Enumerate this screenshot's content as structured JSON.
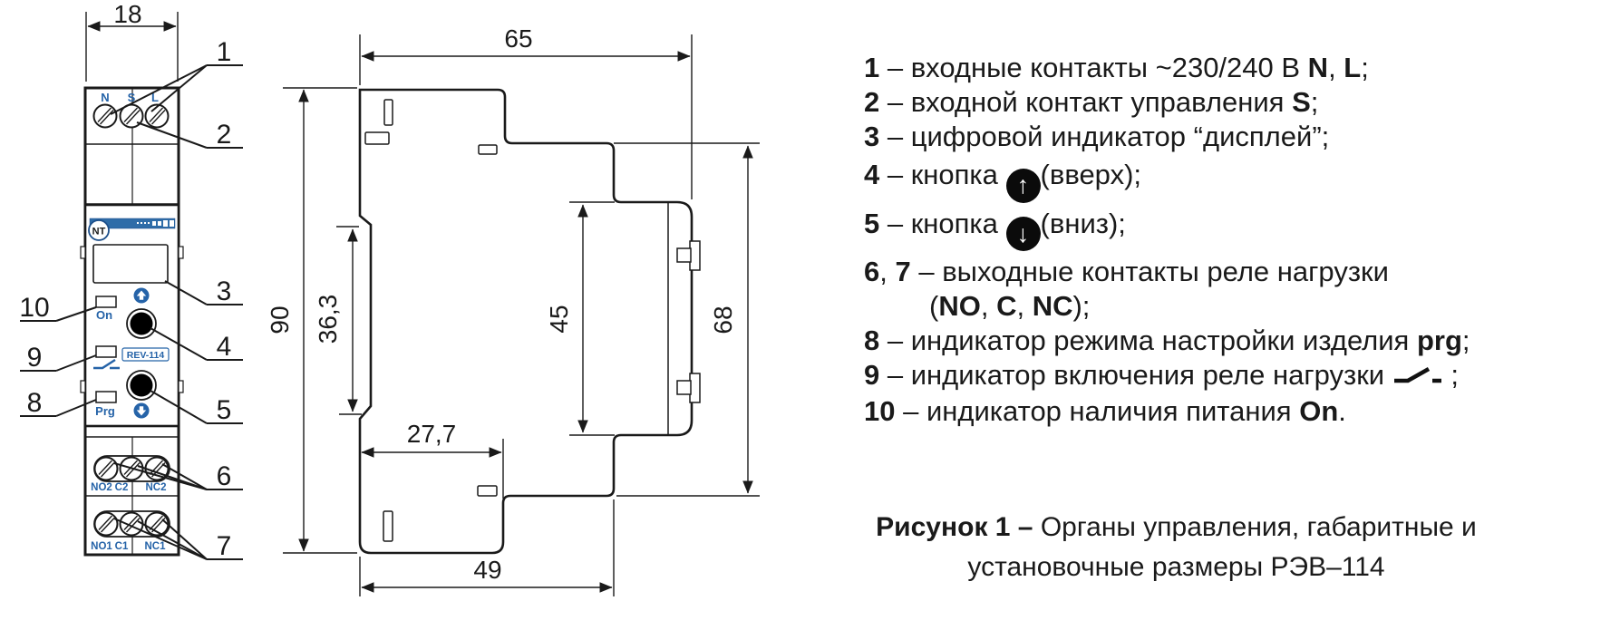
{
  "figure": {
    "front_view": {
      "width_dim": "18",
      "brand": "NT",
      "terminals_top": [
        "N",
        "S",
        "L"
      ],
      "on_label": "On",
      "prg_label": "Prg",
      "model": "REV-114",
      "relay_row2": [
        "NO2",
        "C2",
        "NC2"
      ],
      "relay_row1": [
        "NO1",
        "C1",
        "NC1"
      ],
      "callouts_right": [
        "1",
        "2",
        "3",
        "4",
        "5",
        "6",
        "7"
      ],
      "callouts_left": [
        "10",
        "9",
        "8"
      ]
    },
    "side_view": {
      "dim_width_top": "65",
      "dim_height": "90",
      "dim_rail": "36,3",
      "dim_front_height": "45",
      "dim_depth": "68",
      "dim_width_lower": "27,7",
      "dim_width_bottom": "49"
    }
  },
  "legend": {
    "items": [
      {
        "segments": [
          {
            "text": "1",
            "bold": true
          },
          {
            "text": " – входные контакты ~230/240 В "
          },
          {
            "text": "N",
            "bold": true
          },
          {
            "text": ", "
          },
          {
            "text": "L",
            "bold": true
          },
          {
            "text": ";"
          }
        ]
      },
      {
        "segments": [
          {
            "text": "2",
            "bold": true
          },
          {
            "text": " – входной контакт управления "
          },
          {
            "text": "S",
            "bold": true
          },
          {
            "text": ";"
          }
        ]
      },
      {
        "segments": [
          {
            "text": "3",
            "bold": true
          },
          {
            "text": " – цифровой индикатор “дисплей”;"
          }
        ]
      },
      {
        "segments": [
          {
            "text": "4",
            "bold": true
          },
          {
            "text": " – кнопка "
          },
          {
            "icon": "up-arrow"
          },
          {
            "text": "(вверх);"
          }
        ]
      },
      {
        "segments": [
          {
            "text": "5",
            "bold": true
          },
          {
            "text": " – кнопка "
          },
          {
            "icon": "down-arrow"
          },
          {
            "text": "(вниз);"
          }
        ]
      },
      {
        "segments": [
          {
            "text": "6",
            "bold": true
          },
          {
            "text": ", "
          },
          {
            "text": "7",
            "bold": true
          },
          {
            "text": " – выходные контакты реле нагрузки"
          }
        ]
      },
      {
        "indent": true,
        "segments": [
          {
            "text": "("
          },
          {
            "text": "NO",
            "bold": true
          },
          {
            "text": ", "
          },
          {
            "text": "C",
            "bold": true
          },
          {
            "text": ", "
          },
          {
            "text": "NC",
            "bold": true
          },
          {
            "text": ");"
          }
        ]
      },
      {
        "segments": [
          {
            "text": "8",
            "bold": true
          },
          {
            "text": " – индикатор режима настройки изделия "
          },
          {
            "text": "prg",
            "bold": true
          },
          {
            "text": ";"
          }
        ]
      },
      {
        "segments": [
          {
            "text": "9",
            "bold": true
          },
          {
            "text": " – индикатор включения реле нагрузки "
          },
          {
            "icon": "switch"
          },
          {
            "text": " ;"
          }
        ]
      },
      {
        "segments": [
          {
            "text": "10",
            "bold": true
          },
          {
            "text": " – индикатор наличия питания "
          },
          {
            "text": "On",
            "bold": true
          },
          {
            "text": "."
          }
        ]
      }
    ],
    "caption": {
      "bold": "Рисунок 1 –",
      "line1": " Органы управления, габаритные и",
      "line2": "установочные размеры РЭВ–114"
    }
  },
  "colors": {
    "accent_blue": "#2563a8",
    "logo_blue": "#1d4f8a",
    "header_bar_blue": "#2e6ca8",
    "line_black": "#1a1a1a"
  }
}
